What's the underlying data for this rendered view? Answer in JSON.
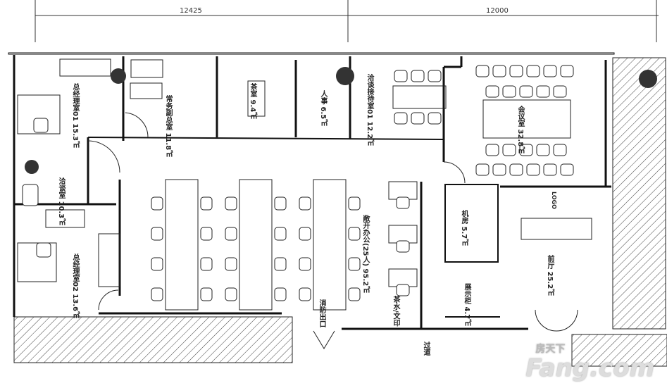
{
  "dimensions": {
    "left": "12425",
    "right": "12000"
  },
  "rooms": [
    {
      "name": "总经理室01",
      "area": "15.3㎡"
    },
    {
      "name": "常务副总室",
      "area": "11.8㎡"
    },
    {
      "name": "茶室",
      "area": "9.4㎡"
    },
    {
      "name": "人事",
      "area": "6.5㎡"
    },
    {
      "name": "洽谈接待室01",
      "area": "12.2㎡"
    },
    {
      "name": "会议室",
      "area": "32.8㎡"
    },
    {
      "name": "洽谈室",
      "area": "10.3㎡"
    },
    {
      "name": "总经理室02",
      "area": "13.6㎡"
    },
    {
      "name": "敞开办公(25人)",
      "area": "95.2㎡"
    },
    {
      "name": "机房",
      "area": "5.7㎡"
    },
    {
      "name": "展示柜",
      "area": "4.7㎡"
    },
    {
      "name": "前厅",
      "area": "25.2㎡"
    }
  ],
  "labels": {
    "fire_exit": "消防出口",
    "pantry": "茶水/文印",
    "corridor": "过道",
    "logo": "LOGO"
  },
  "watermark": {
    "cn": "房天下",
    "en": "Fang.com"
  }
}
